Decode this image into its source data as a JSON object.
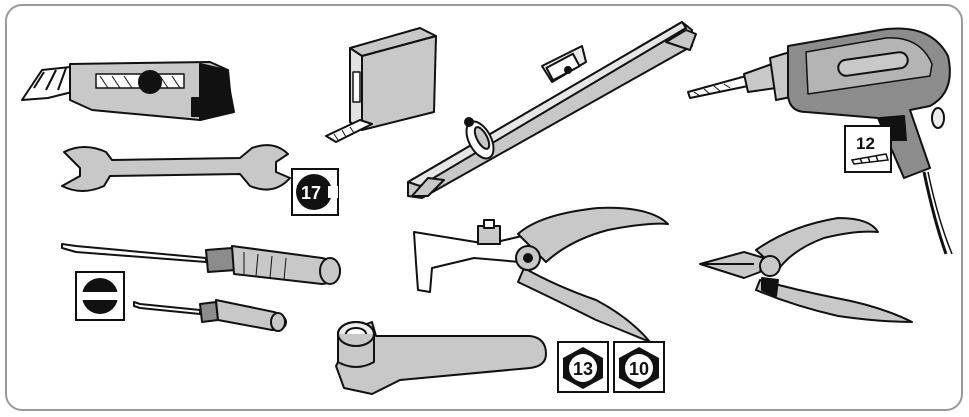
{
  "tools": {
    "wrench": {
      "size": "17"
    },
    "drill": {
      "bit_size": "12"
    },
    "socket": {
      "size_a": "13",
      "size_b": "10"
    }
  },
  "colors": {
    "frame": "#9a9a9a",
    "tool_fill": "#c8c8c8",
    "tool_dark": "#8c8c8c",
    "ink": "#111111",
    "badge_bg": "#ffffff"
  },
  "icons": [
    "utility-knife-icon",
    "tape-measure-icon",
    "spirit-level-icon",
    "power-drill-icon",
    "open-end-wrench-icon",
    "flat-screwdriver-icon",
    "wire-stripper-icon",
    "side-cutter-pliers-icon",
    "socket-wrench-icon",
    "hex-nut-icon"
  ]
}
